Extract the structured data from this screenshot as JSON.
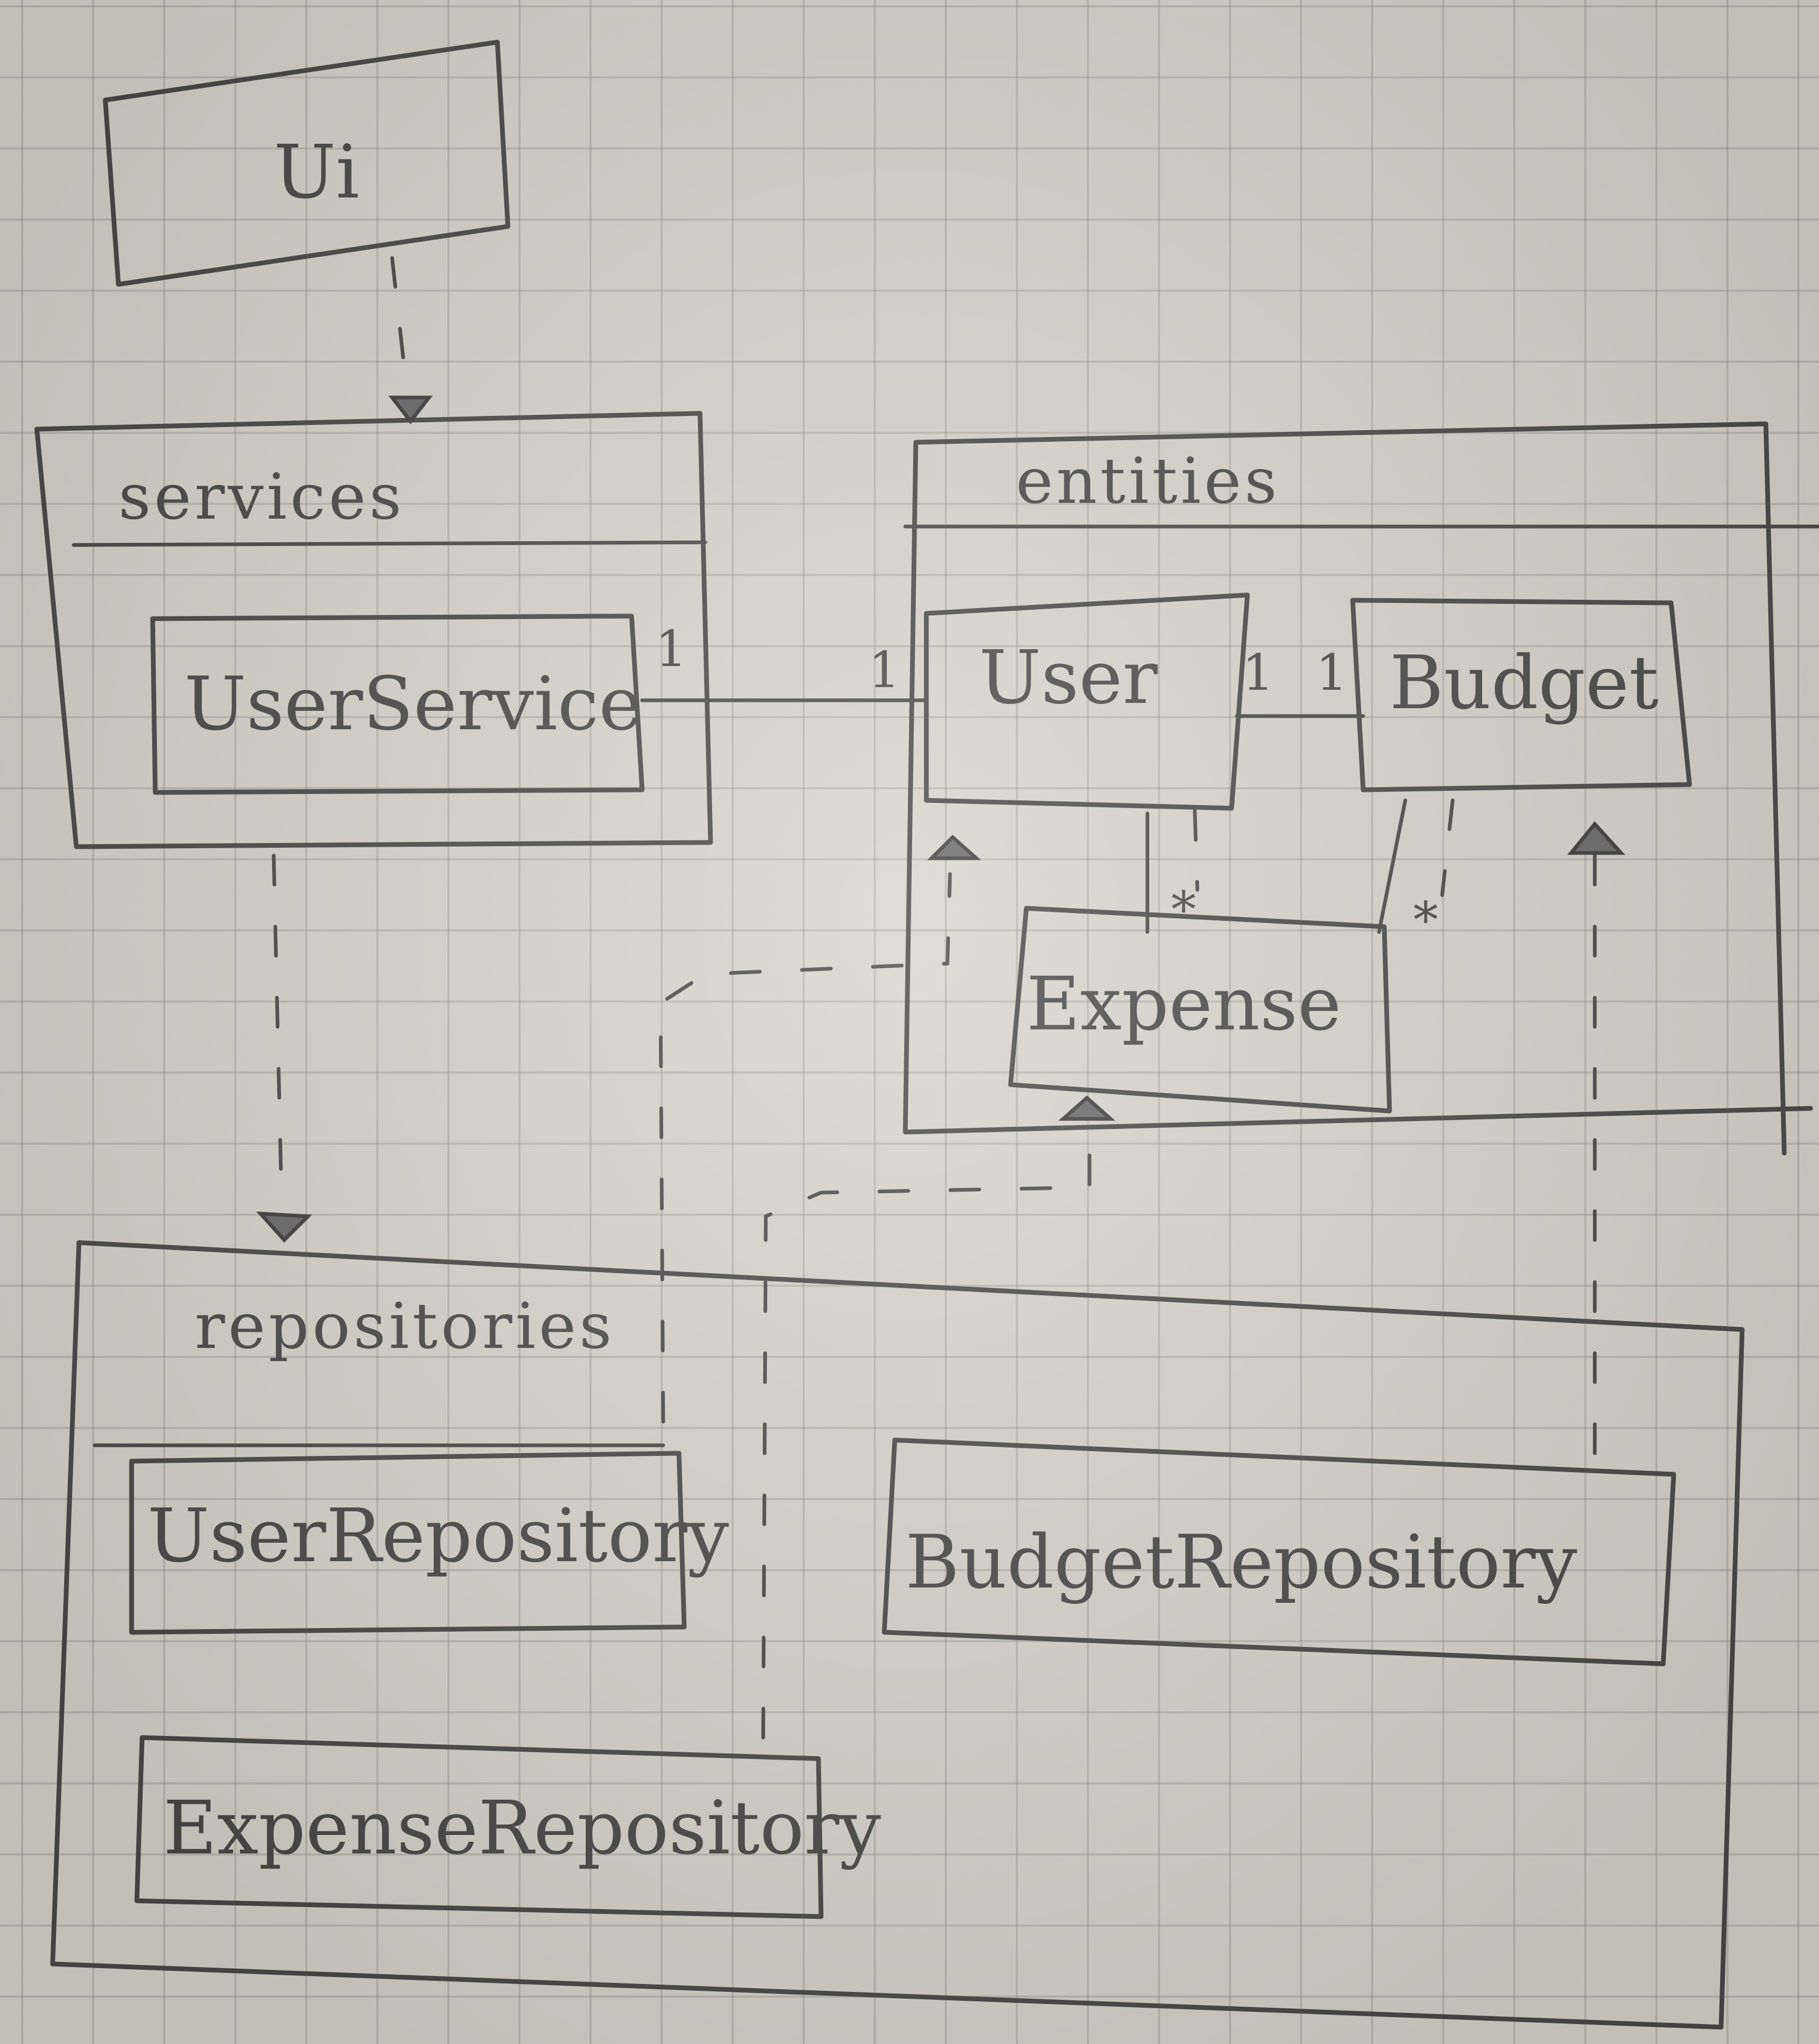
{
  "ui": {
    "label": "Ui"
  },
  "services": {
    "label": "services",
    "classes": {
      "user_service": "UserService"
    }
  },
  "entities": {
    "label": "entities",
    "classes": {
      "user": "User",
      "budget": "Budget",
      "expense": "Expense"
    }
  },
  "repositories": {
    "label": "repositories",
    "classes": {
      "user_repository": "UserRepository",
      "budget_repository": "BudgetRepository",
      "expense_repository": "ExpenseRepository"
    }
  },
  "multiplicities": {
    "userservice_end": "1",
    "user_from_userservice": "1",
    "user_to_budget": "1",
    "budget_from_user": "1",
    "user_to_expense": "*",
    "budget_to_expense": "*"
  }
}
